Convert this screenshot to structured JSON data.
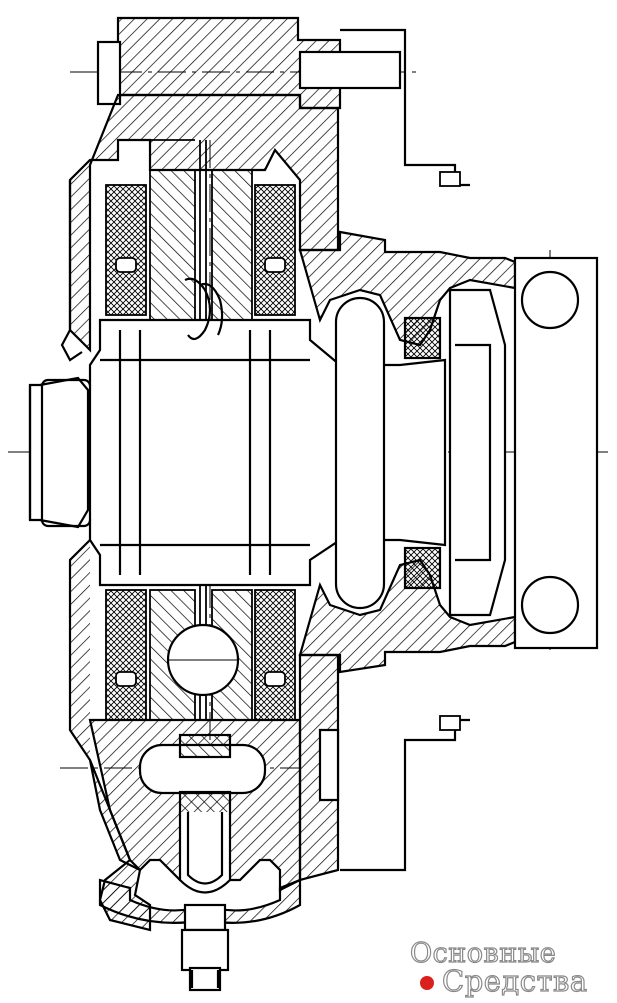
{
  "drawing": {
    "style": "technical cross-section line drawing, hatched",
    "ink_color": "#000000",
    "background_color": "#ffffff"
  },
  "watermark": {
    "line1": "Основные",
    "line2": "Средства",
    "dot_color": "#d9201c",
    "text_color": "#8a8a8a"
  }
}
